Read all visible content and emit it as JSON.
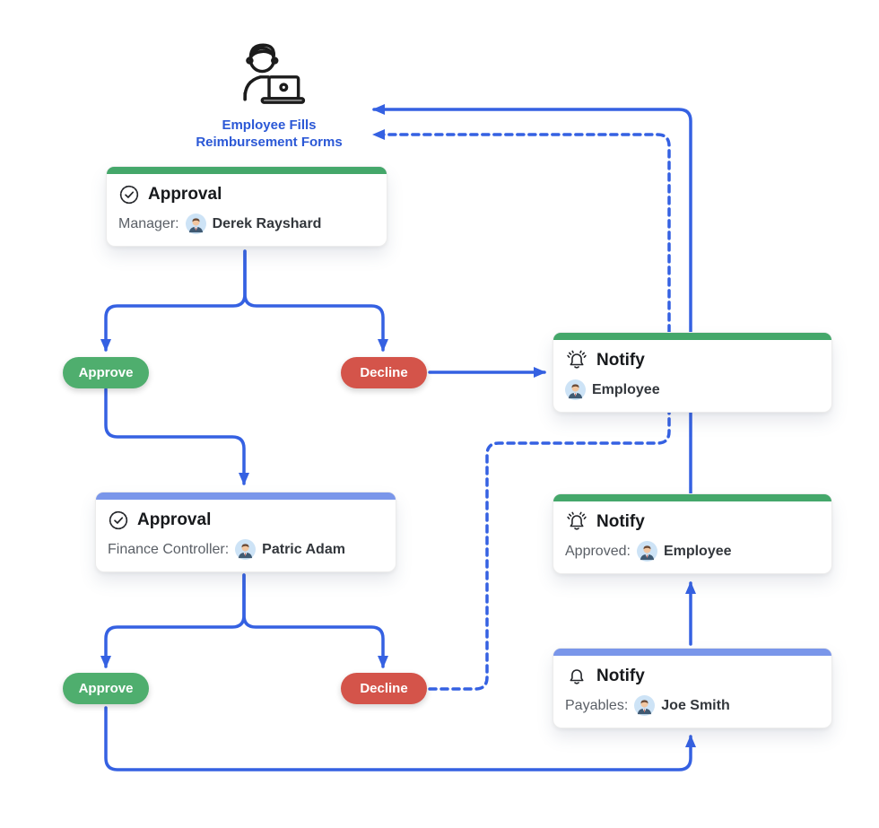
{
  "flow": {
    "start": {
      "icon": "person-at-laptop-icon",
      "label_line1": "Employee Fills",
      "label_line2": "Reimbursement Forms"
    },
    "buttons": {
      "approve": "Approve",
      "decline": "Decline"
    },
    "nodes": {
      "approval_manager": {
        "title": "Approval",
        "role": "Manager:",
        "person": "Derek Rayshard",
        "bar_color": "green",
        "icon": "seal-check-icon"
      },
      "notify_employee": {
        "title": "Notify",
        "role": "",
        "person": "Employee",
        "bar_color": "green",
        "icon": "bell-ringing-icon"
      },
      "approval_finance": {
        "title": "Approval",
        "role": "Finance Controller:",
        "person": "Patric Adam",
        "bar_color": "blue",
        "icon": "seal-check-icon"
      },
      "notify_approved": {
        "title": "Notify",
        "role": "Approved:",
        "person": "Employee",
        "bar_color": "green",
        "icon": "bell-ringing-icon"
      },
      "notify_payables": {
        "title": "Notify",
        "role": "Payables:",
        "person": "Joe Smith",
        "bar_color": "blue",
        "icon": "bell-icon"
      }
    },
    "colors": {
      "arrow_blue": "#3561e2",
      "bar_green": "#44a76a",
      "bar_blue": "#7a96ea",
      "approve_green": "#4fae6e",
      "decline_red": "#d4544a",
      "start_label_blue": "#2b58d6",
      "role_gray": "#5a5f66",
      "title_dark": "#17191c"
    }
  }
}
